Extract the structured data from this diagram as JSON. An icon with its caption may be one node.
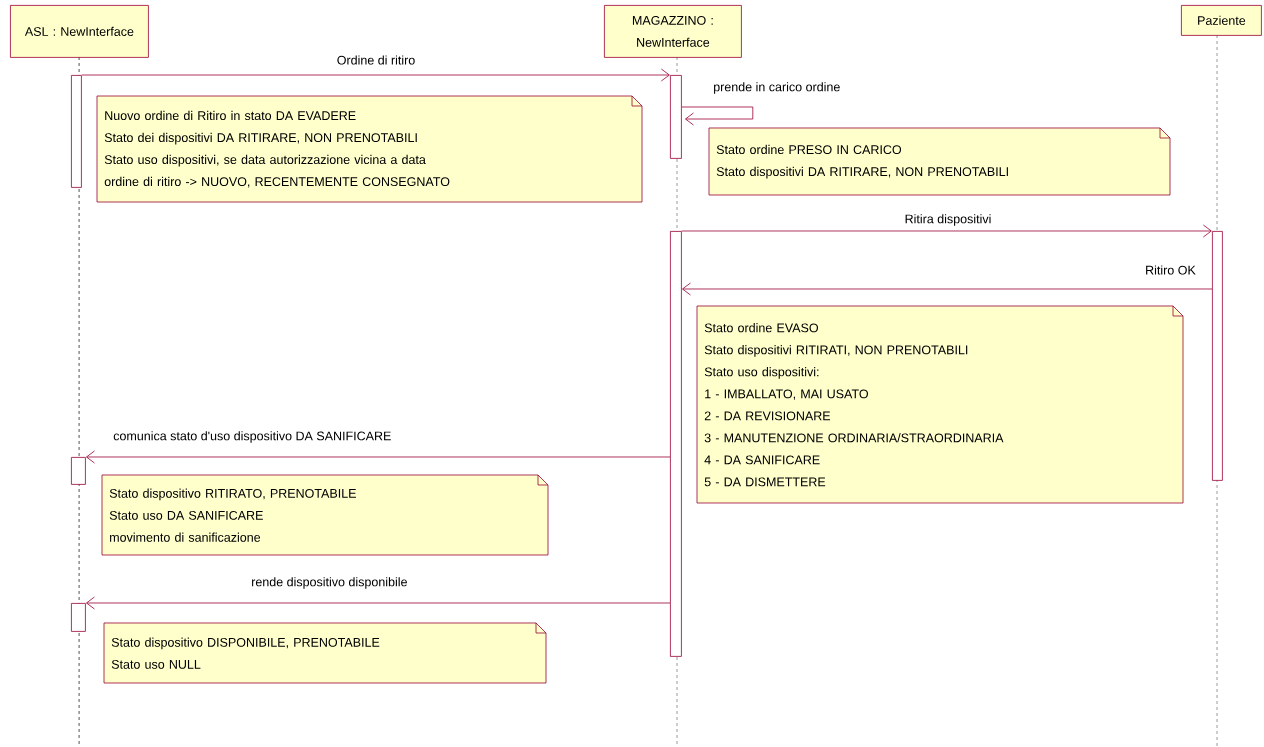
{
  "diagram": {
    "nodes": [
      {
        "text": [
          "ASL : NewInterface"
        ]
      },
      {
        "text": [
          "MAGAZZINO : NewInterface"
        ]
      },
      {
        "text": [
          "Paziente"
        ]
      },
      {
        "text": [],
        "shape": "bar"
      },
      {
        "text": [],
        "shape": "bar"
      },
      {
        "text": [],
        "shape": "bar"
      },
      {
        "text": [],
        "shape": "bar"
      },
      {
        "text": [],
        "shape": "bar"
      },
      {
        "text": [],
        "shape": "bar"
      },
      {
        "text": [
          "Nuovo ordine di Ritiro in stato DA EVADERE",
          "Stato dei dispositivi  DA RITIRARE, NON PRENOTABILI",
          "Stato uso dispositivi, se data autorizzazione vicina a data",
          "ordine di ritiro -> NUOVO, RECENTEMENTE CONSEGNATO"
        ]
      },
      {
        "text": [
          "Stato ordine PRESO IN CARICO",
          "Stato dispositivi DA RITIRARE, NON PRENOTABILI"
        ]
      },
      {
        "text": [
          "Stato ordine EVASO",
          "Stato dispositivi RITIRATI, NON PRENOTABILI",
          "Stato uso dispositivi:",
          "1 - IMBALLATO, MAI USATO",
          "2 - DA REVISIONARE",
          "3 - MANUTENZIONE ORDINARIA/STRAORDINARIA",
          "4 - DA SANIFICARE",
          "5 - DA DISMETTERE"
        ]
      },
      {
        "text": [
          "Stato dispositivo RITIRATO, PRENOTABILE",
          "Stato uso DA SANIFICARE",
          "movimento di sanificazione"
        ]
      },
      {
        "text": [
          "Stato dispositivo DISPONIBILE, PRENOTABILE",
          "Stato uso NULL"
        ]
      }
    ],
    "edges": [
      {
        "from": 3,
        "to": 4,
        "arrow": "to",
        "label": "Ordine di ritiro"
      },
      {
        "from": 4,
        "to": 4,
        "arrow": "to",
        "label": "prende in carico ordine"
      },
      {
        "from": 5,
        "to": 6,
        "arrow": "to",
        "label": "Ritira dispositivi"
      },
      {
        "from": 6,
        "to": 5,
        "arrow": "to",
        "label": "Ritiro OK"
      },
      {
        "from": 5,
        "to": 7,
        "arrow": "to",
        "label": "comunica stato d'uso dispositivo DA SANIFICARE"
      },
      {
        "from": 5,
        "to": 8,
        "arrow": "to",
        "label": "rende dispositivo disponibile"
      }
    ]
  }
}
